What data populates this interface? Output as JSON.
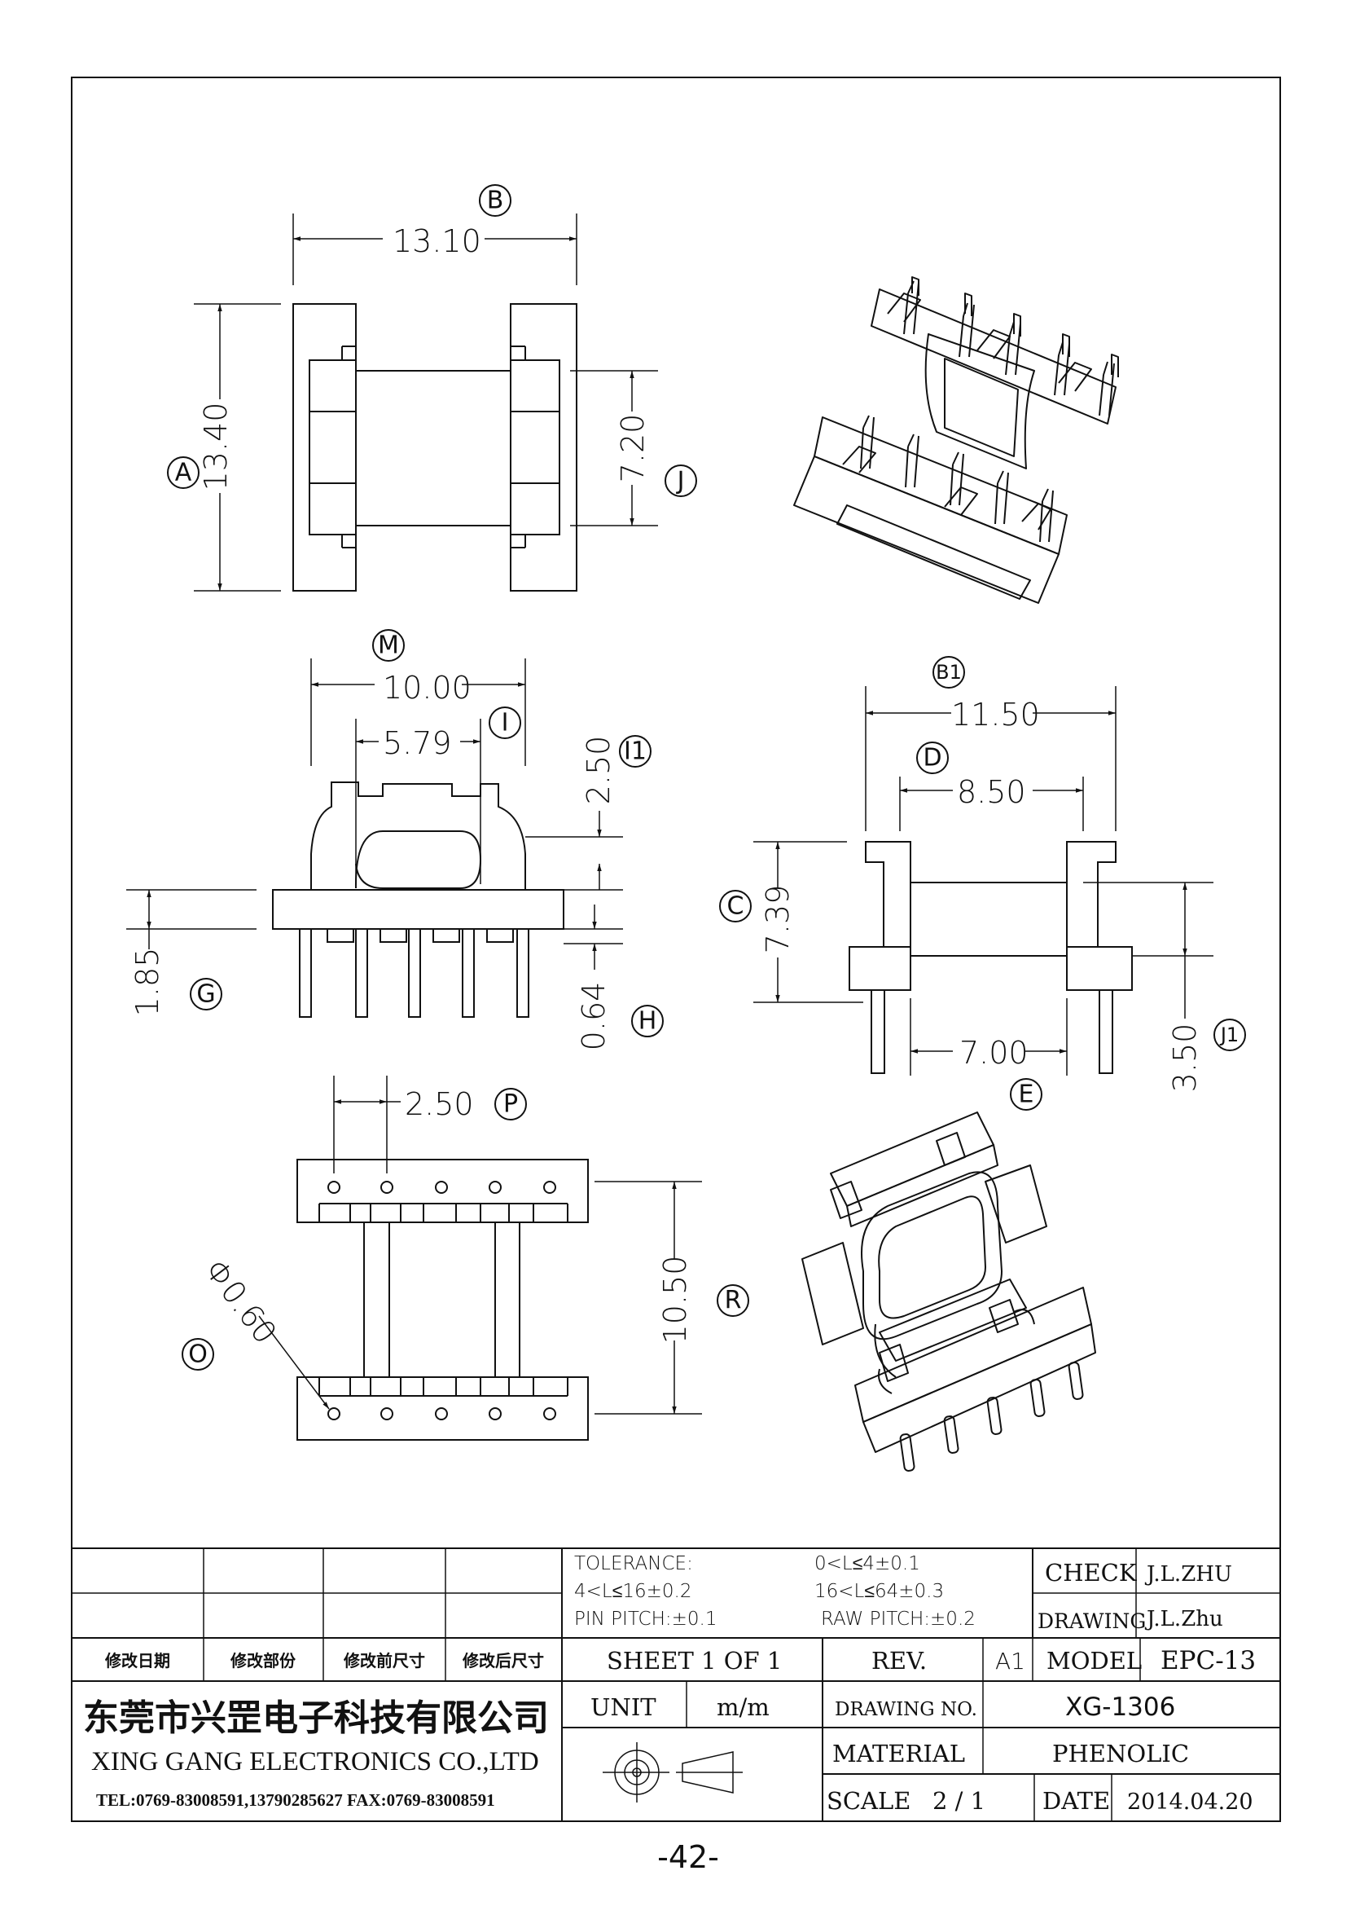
{
  "dimensions": {
    "b": "13.10",
    "a": "13.40",
    "j": "7.20",
    "m": "10.00",
    "i": "5.79",
    "i1": "2.50",
    "g": "1.85",
    "h": "0.64",
    "b1": "11.50",
    "d": "8.50",
    "c": "7.39",
    "e": "7.00",
    "j1": "3.50",
    "p": "2.50",
    "r": "10.50",
    "o": "Φ0.60"
  },
  "callouts": {
    "a": "A",
    "b": "B",
    "j": "J",
    "m": "M",
    "i": "I",
    "i1": "I1",
    "g": "G",
    "h": "H",
    "b1": "B1",
    "d": "D",
    "c": "C",
    "e": "E",
    "j1": "J1",
    "p": "P",
    "r": "R",
    "o": "O"
  },
  "title_block": {
    "tolerance_label": "TOLERANCE:",
    "tol_1": "0<L≤4±0.1",
    "tol_2": "4<L≤16±0.2",
    "tol_3": "16<L≤64±0.3",
    "pin_pitch": "PIN PITCH:±0.1",
    "raw_pitch": "RAW PITCH:±0.2",
    "check_label": "CHECK",
    "check_value": "J.L.ZHU",
    "drawing_label": "DRAWING",
    "drawing_value": "J.L.Zhu",
    "rev_headers": [
      "修改日期",
      "修改部份",
      "修改前尺寸",
      "修改后尺寸"
    ],
    "sheet": "SHEET 1 OF 1",
    "rev_label": "REV.",
    "rev_value": "A1",
    "model_label": "MODEL",
    "model_value": "EPC-13",
    "unit_label": "UNIT",
    "unit_value": "m/m",
    "drawing_no_label": "DRAWING NO.",
    "drawing_no_value": "XG-1306",
    "material_label": "MATERIAL",
    "material_value": "PHENOLIC",
    "scale_label": "SCALE",
    "scale_value": "2 / 1",
    "date_label": "DATE",
    "date_value": "2014.04.20",
    "company_cn": "东莞市兴罡电子科技有限公司",
    "company_en": "XING GANG ELECTRONICS CO.,LTD",
    "company_tel": "TEL:0769-83008591,13790285627 FAX:0769-83008591"
  },
  "page_number": "-42-"
}
